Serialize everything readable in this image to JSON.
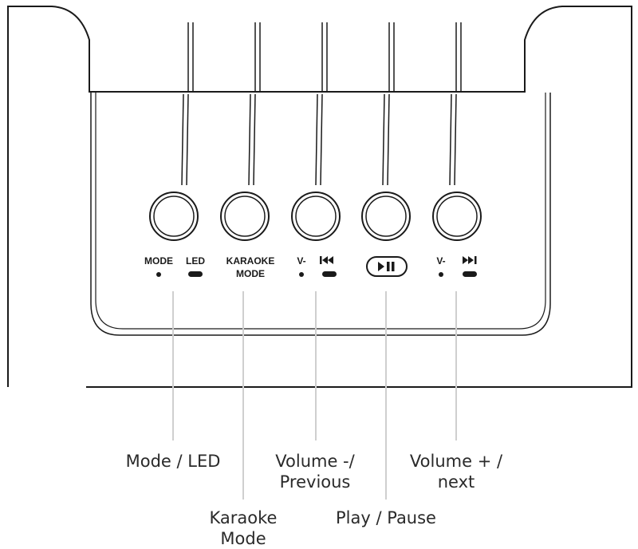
{
  "button_labels": {
    "mode": "MODE",
    "led": "LED",
    "karaoke_line1": "KARAOKE",
    "karaoke_line2": "MODE",
    "volume_down": "V-",
    "volume_up": "V-"
  },
  "callouts": {
    "mode_led": "Mode / LED",
    "karaoke_mode": "Karaoke\nMode",
    "volume_down_previous": "Volume -/\nPrevious",
    "play_pause": "Play / Pause",
    "volume_up_next": "Volume + /\nnext"
  },
  "icons": {
    "previous": "previous-track-icon",
    "play_pause": "play-pause-icon",
    "next": "next-track-icon"
  },
  "colors": {
    "outline": "#1a1a1a",
    "leader_line": "#cfcfcf"
  }
}
